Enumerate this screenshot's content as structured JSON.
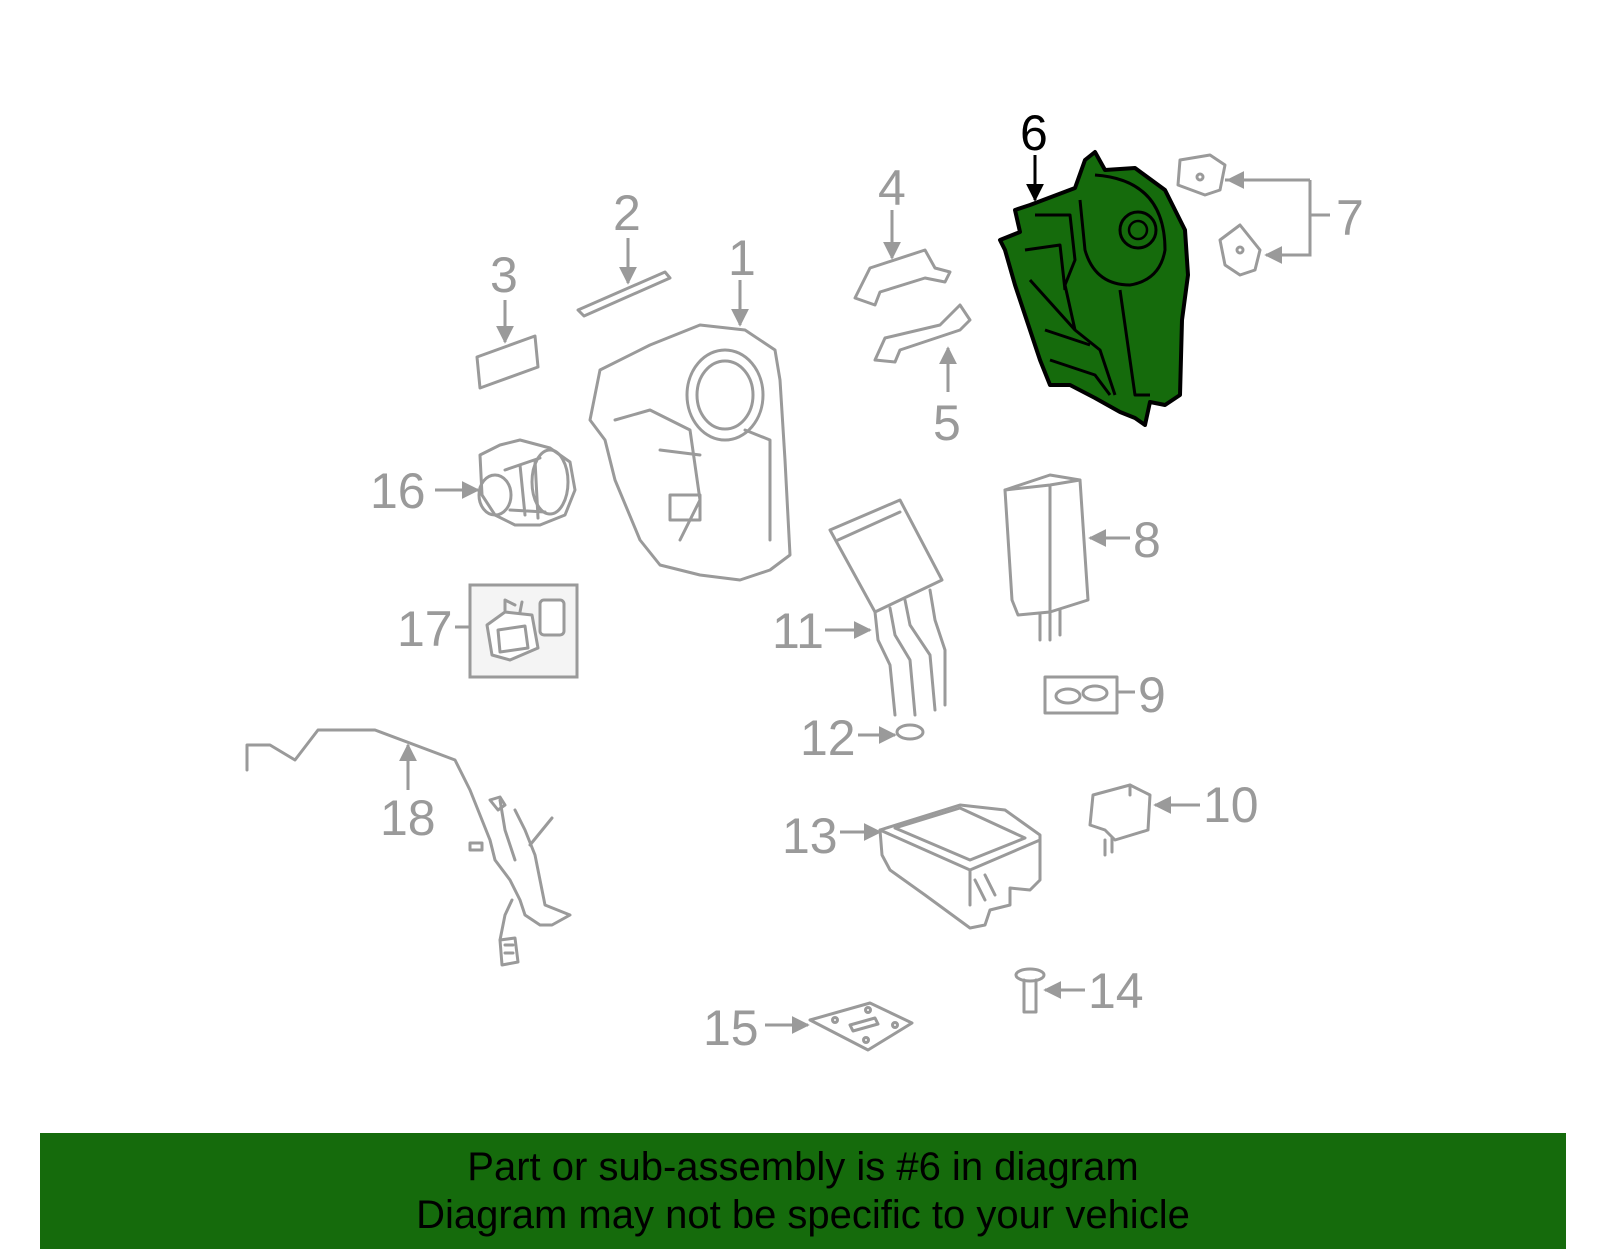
{
  "diagram": {
    "highlight_color": "#156b0c",
    "line_color": "#9a9a9a",
    "highlighted_callout": "6",
    "callouts": [
      "1",
      "2",
      "3",
      "4",
      "5",
      "6",
      "7",
      "8",
      "9",
      "10",
      "11",
      "12",
      "13",
      "14",
      "15",
      "16",
      "17",
      "18"
    ]
  },
  "banner": {
    "line1": "Part or sub-assembly is #6 in diagram",
    "line2": "Diagram may not be specific to your vehicle",
    "background": "#156b0c"
  }
}
